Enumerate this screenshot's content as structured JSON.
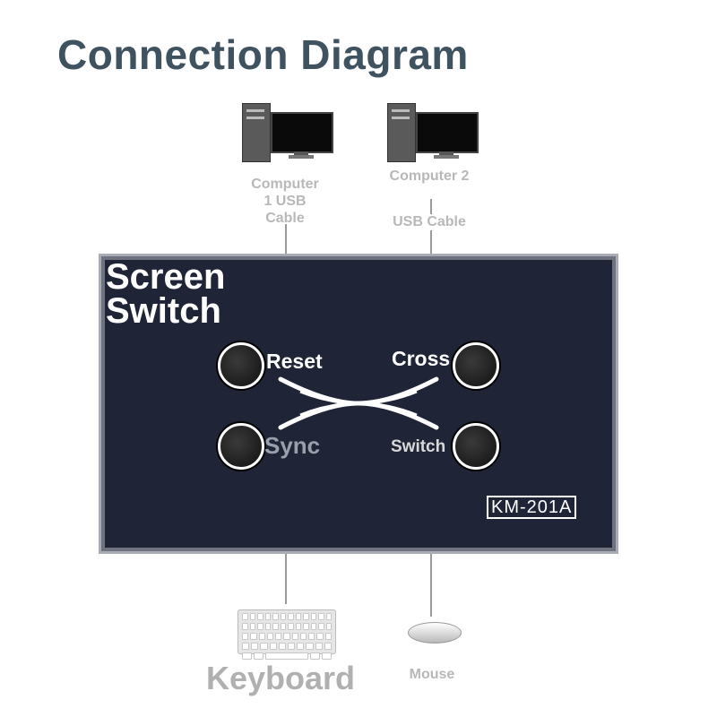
{
  "header": {
    "title": "Connection Diagram"
  },
  "computers": [
    {
      "label": "Computer\n1 USB\nCable"
    },
    {
      "label": "Computer 2",
      "cable_label": "USB Cable"
    }
  ],
  "switch_box": {
    "title_line1": "Screen",
    "title_line2": "Switch",
    "buttons": {
      "reset": "Reset",
      "cross": "Cross",
      "sync": "Sync",
      "switch": "Switch"
    },
    "model": "KM-201A"
  },
  "peripherals": {
    "keyboard": "Keyboard",
    "mouse": "Mouse"
  },
  "colors": {
    "title": "#3f5260",
    "box": "#1f2436",
    "labels": "#b8b8b8"
  }
}
